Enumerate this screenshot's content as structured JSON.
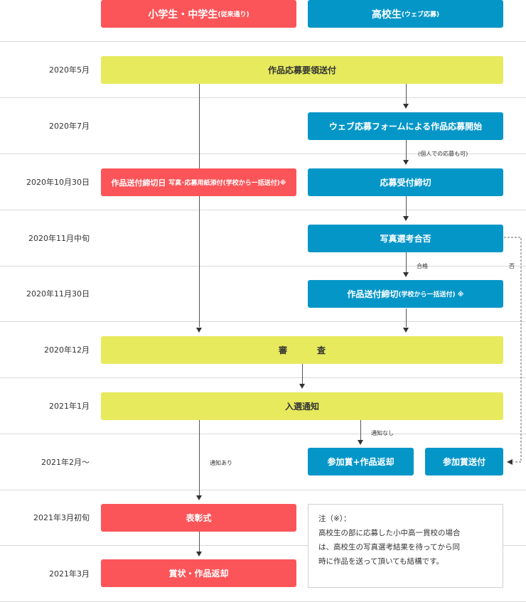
{
  "header": {
    "col_left_main": "小学生・中学生",
    "col_left_sub": "(従来通り)",
    "col_right_main": "高校生",
    "col_right_sub": "(ウェブ応募)"
  },
  "dates": [
    "2020年5月",
    "2020年7月",
    "2020年10月30日",
    "2020年11月中旬",
    "2020年11月30日",
    "2020年12月",
    "2021年1月",
    "2021年2月〜",
    "2021年3月初旬",
    "2021年3月"
  ],
  "boxes": {
    "guidelines": "作品応募要領送付",
    "web_start": "ウェブ応募フォームによる作品応募開始",
    "send_deadline_main": "作品送付締切日",
    "send_deadline_sub": "写真･応募用紙添付(学校から一括送付)※",
    "accept_deadline": "応募受付締切",
    "photo_screening": "写真選考合否",
    "hs_send_main": "作品送付締切",
    "hs_send_sub": "(学校から一括送付) ※",
    "judging_1": "審",
    "judging_2": "査",
    "selection": "入選通知",
    "award_return": "参加賞+作品返却",
    "award_send": "参加賞送付",
    "ceremony": "表彰式",
    "certificate": "賞状・作品返却"
  },
  "labels": {
    "individual": "(個人での応募も可)",
    "pass": "合格",
    "fail": "否",
    "no_notice": "通知なし",
    "with_notice": "通知あり"
  },
  "note": {
    "title": "注（※）：",
    "lines": [
      "高校生の部に応募した小中高一貫校の場合",
      "は、高校生の写真選考結果を待ってから同",
      "時に作品を送って頂いても結構です。"
    ]
  },
  "colors": {
    "red": "#fb5559",
    "blue": "#0596c8",
    "yellow": "#e6ea5c"
  }
}
